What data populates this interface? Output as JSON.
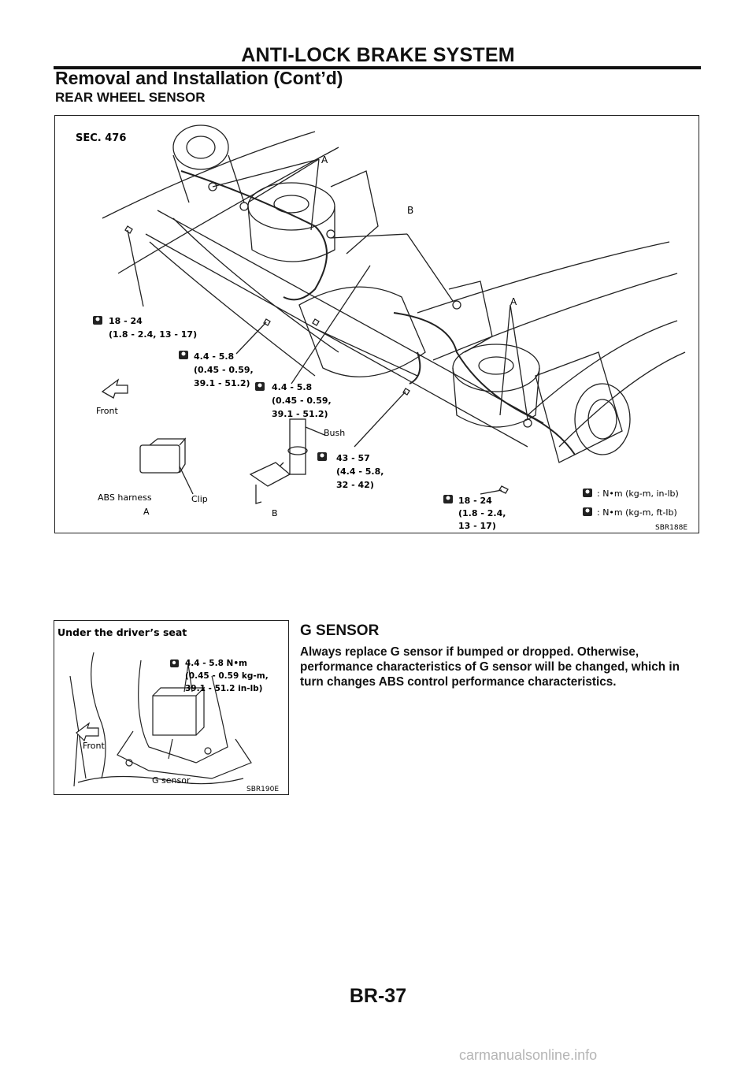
{
  "header": {
    "title": "ANTI-LOCK BRAKE SYSTEM",
    "subtitle": "Removal and Installation (Cont’d)"
  },
  "section": {
    "title": "REAR WHEEL SENSOR"
  },
  "figure1": {
    "sec": "SEC. 476",
    "ref": "SBR188E",
    "label_a": "A",
    "label_b": "B",
    "torque1": [
      "18 - 24",
      "(1.8 - 2.4, 13 - 17)"
    ],
    "torque2": [
      "4.4 - 5.8",
      "(0.45 - 0.59,",
      "39.1 - 51.2)"
    ],
    "torque3": [
      "4.4 - 5.8",
      "(0.45 - 0.59,",
      "39.1 - 51.2)"
    ],
    "torque4": [
      "43 - 57",
      "(4.4 - 5.8,",
      "32 - 42)"
    ],
    "torque5": [
      "18 - 24",
      "(1.8 - 2.4,",
      "13 - 17)"
    ],
    "front": "Front",
    "bush": "Bush",
    "abs_harness": "ABS harness",
    "clip": "Clip",
    "legend1": ": N•m (kg-m, in-lb)",
    "legend2": ": N•m (kg-m, ft-lb)"
  },
  "figure2": {
    "title": "Under the driver’s seat",
    "torque": [
      "4.4 - 5.8 N•m",
      "(0.45 - 0.59 kg-m,",
      "39.1 - 51.2 in-lb)"
    ],
    "front": "Front",
    "g_sensor": "G sensor",
    "ref": "SBR190E"
  },
  "g_sensor_section": {
    "title": "G SENSOR",
    "body": "Always replace G sensor if bumped or dropped. Otherwise, performance characteristics of G sensor will be changed, which in turn changes ABS control performance characteristics."
  },
  "footer": {
    "page": "BR-37"
  },
  "watermark": "carmanualsonline.info"
}
